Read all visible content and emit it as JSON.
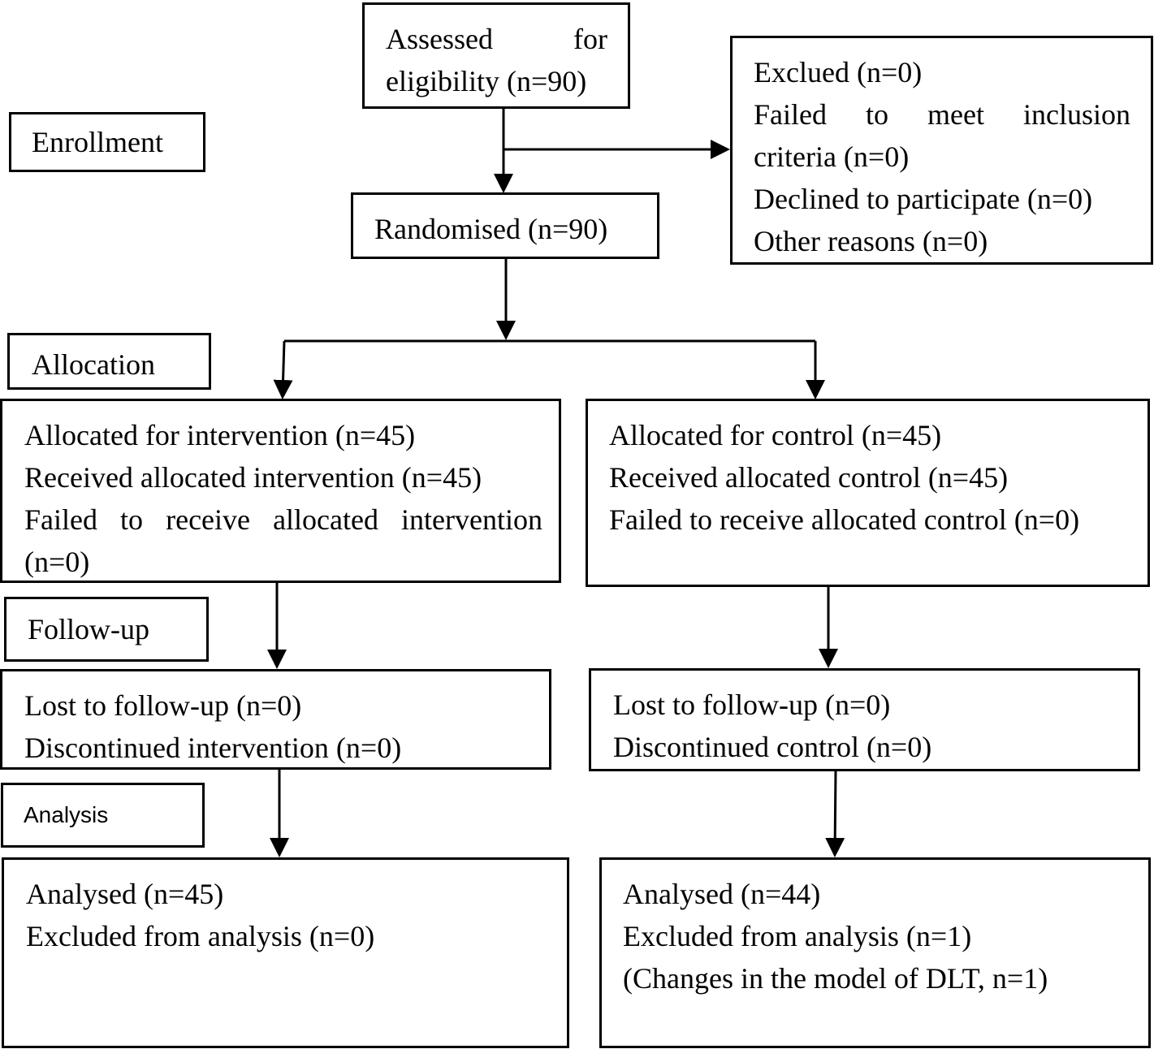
{
  "stages": {
    "enrollment": "Enrollment",
    "allocation": "Allocation",
    "follow_up": "Follow-up",
    "analysis": "Analysis"
  },
  "assessed": {
    "line1": "Assessed        for",
    "line2": "eligibility (n=90)"
  },
  "excluded": {
    "line1": "Exclued (n=0)",
    "line2": "Failed    to    meet    inclusion",
    "line3": "criteria (n=0)",
    "line4": "Declined to participate (n=0)",
    "line5": "Other reasons (n=0)"
  },
  "randomised": "Randomised (n=90)",
  "intervention": {
    "allocated": "Allocated for intervention (n=45)",
    "received": "Received allocated intervention (n=45)",
    "failed": "Failed to receive allocated intervention",
    "failed_n": "(n=0)",
    "lost": "Lost to follow-up (n=0)",
    "discontinued": "Discontinued intervention (n=0)",
    "analysed": "Analysed (n=45)",
    "excluded": "Excluded from analysis (n=0)"
  },
  "control": {
    "allocated": "Allocated for control (n=45)",
    "received": "Received allocated control (n=45)",
    "failed": "Failed to receive allocated control (n=0)",
    "lost": "Lost to follow-up (n=0)",
    "discontinued": "Discontinued control (n=0)",
    "analysed": "Analysed (n=44)",
    "excluded": "Excluded from analysis (n=1)",
    "reason": "(Changes in the model of DLT, n=1)"
  }
}
